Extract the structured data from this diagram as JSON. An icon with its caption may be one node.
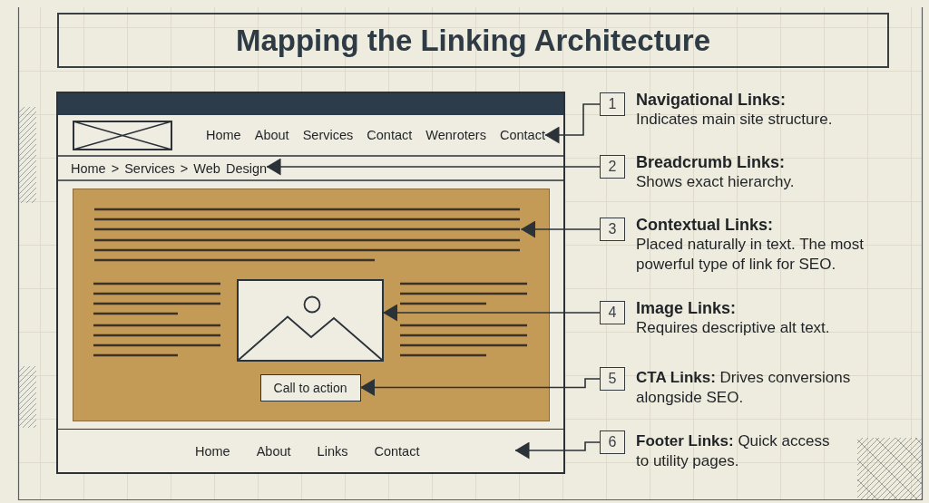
{
  "diagram": {
    "title": "Mapping the Linking Architecture",
    "nodes": [
      {
        "text": [],
        "shape": "box"
      },
      {
        "text": [
          "Home",
          "About",
          "Services",
          "Contact",
          "Wenroters",
          "Contact"
        ],
        "in": 0
      },
      {
        "text": [
          "Home > Services > Web Design"
        ],
        "in": 0
      },
      {
        "text": [],
        "shape": "box",
        "in": 0
      },
      {
        "text": [],
        "shape": "lines",
        "in": 3
      },
      {
        "text": [],
        "shape": "picture",
        "in": 3
      },
      {
        "text": [
          "Call to action"
        ],
        "in": 3
      },
      {
        "text": [
          "Home",
          "About",
          "Links",
          "Contact"
        ],
        "in": 0
      },
      {
        "text": [
          "1"
        ],
        "beside": [
          "Navigational Links:",
          "Indicates main site structure."
        ]
      },
      {
        "text": [
          "2"
        ],
        "beside": [
          "Breadcrumb Links:",
          "Shows exact hierarchy."
        ]
      },
      {
        "text": [
          "3"
        ],
        "beside": [
          "Contextual Links:",
          "Placed naturally in text. The most powerful type of link for SEO."
        ]
      },
      {
        "text": [
          "4"
        ],
        "beside": [
          "Image Links:",
          "Requires descriptive alt text."
        ]
      },
      {
        "text": [
          "5"
        ],
        "beside": [
          "**CTA Links:** Drives conversions alongside SEO."
        ]
      },
      {
        "text": [
          "6"
        ],
        "beside": [
          "**Footer Links:** Quick access to utility pages."
        ]
      }
    ],
    "edges": [
      {
        "from": 8,
        "to": 1,
        "arrow": "to"
      },
      {
        "from": 9,
        "to": 2,
        "arrow": "to"
      },
      {
        "from": 10,
        "to": 4,
        "arrow": "to"
      },
      {
        "from": 11,
        "to": 5,
        "arrow": "to"
      },
      {
        "from": 12,
        "to": 6,
        "arrow": "to"
      },
      {
        "from": 13,
        "to": 7,
        "arrow": "to"
      }
    ]
  }
}
